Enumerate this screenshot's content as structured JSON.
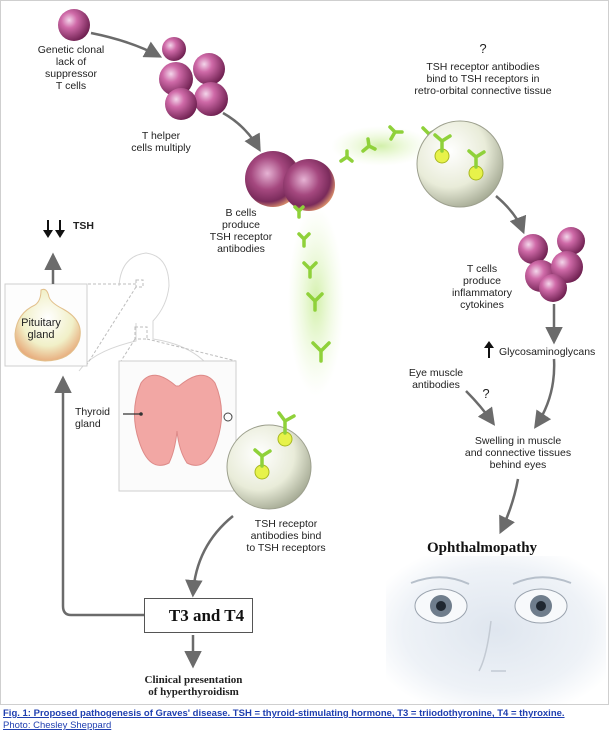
{
  "labels": {
    "genetic": "Genetic clonal\nlack of\nsuppressor\nT cells",
    "t_helper": "T helper\ncells multiply",
    "b_cells": "B cells\nproduce\nTSH receptor\nantibodies",
    "question_top": "?",
    "tsh_ab_retro": "TSH receptor antibodies\nbind to TSH receptors in\nretro-orbital connective tissue",
    "t_cells": "T cells\nproduce\ninflammatory\ncytokines",
    "glycos": "Glycosaminoglycans",
    "eye_muscle": "Eye muscle\nantibodies",
    "question_mid": "?",
    "swelling": "Swelling in muscle\nand connective tissues\nbehind eyes",
    "ophthalmopathy": "Ophthalmopathy",
    "tsh": "TSH",
    "pituitary": "Pituitary\ngland",
    "thyroid": "Thyroid\ngland",
    "tsh_ab_thyroid": "TSH receptor\nantibodies bind\nto TSH receptors",
    "t3t4": "T3 and T4",
    "clinical": "Clinical presentation\nof hyperthyroidism"
  },
  "caption": {
    "title": "Fig. 1: Proposed pathogenesis of Graves' disease. TSH = thyroid-stimulating hormone, T3 = triiodothyronine, T4 = thyroxine.",
    "credit": "Photo: Chesley Sheppard"
  },
  "colors": {
    "cell_purple": "#b2407f",
    "antibody_green": "#8fd13a",
    "glow_green": "#d6f2a8",
    "thyroid_pink": "#f2a7a4",
    "arrow_gray": "#6b6b6b"
  }
}
